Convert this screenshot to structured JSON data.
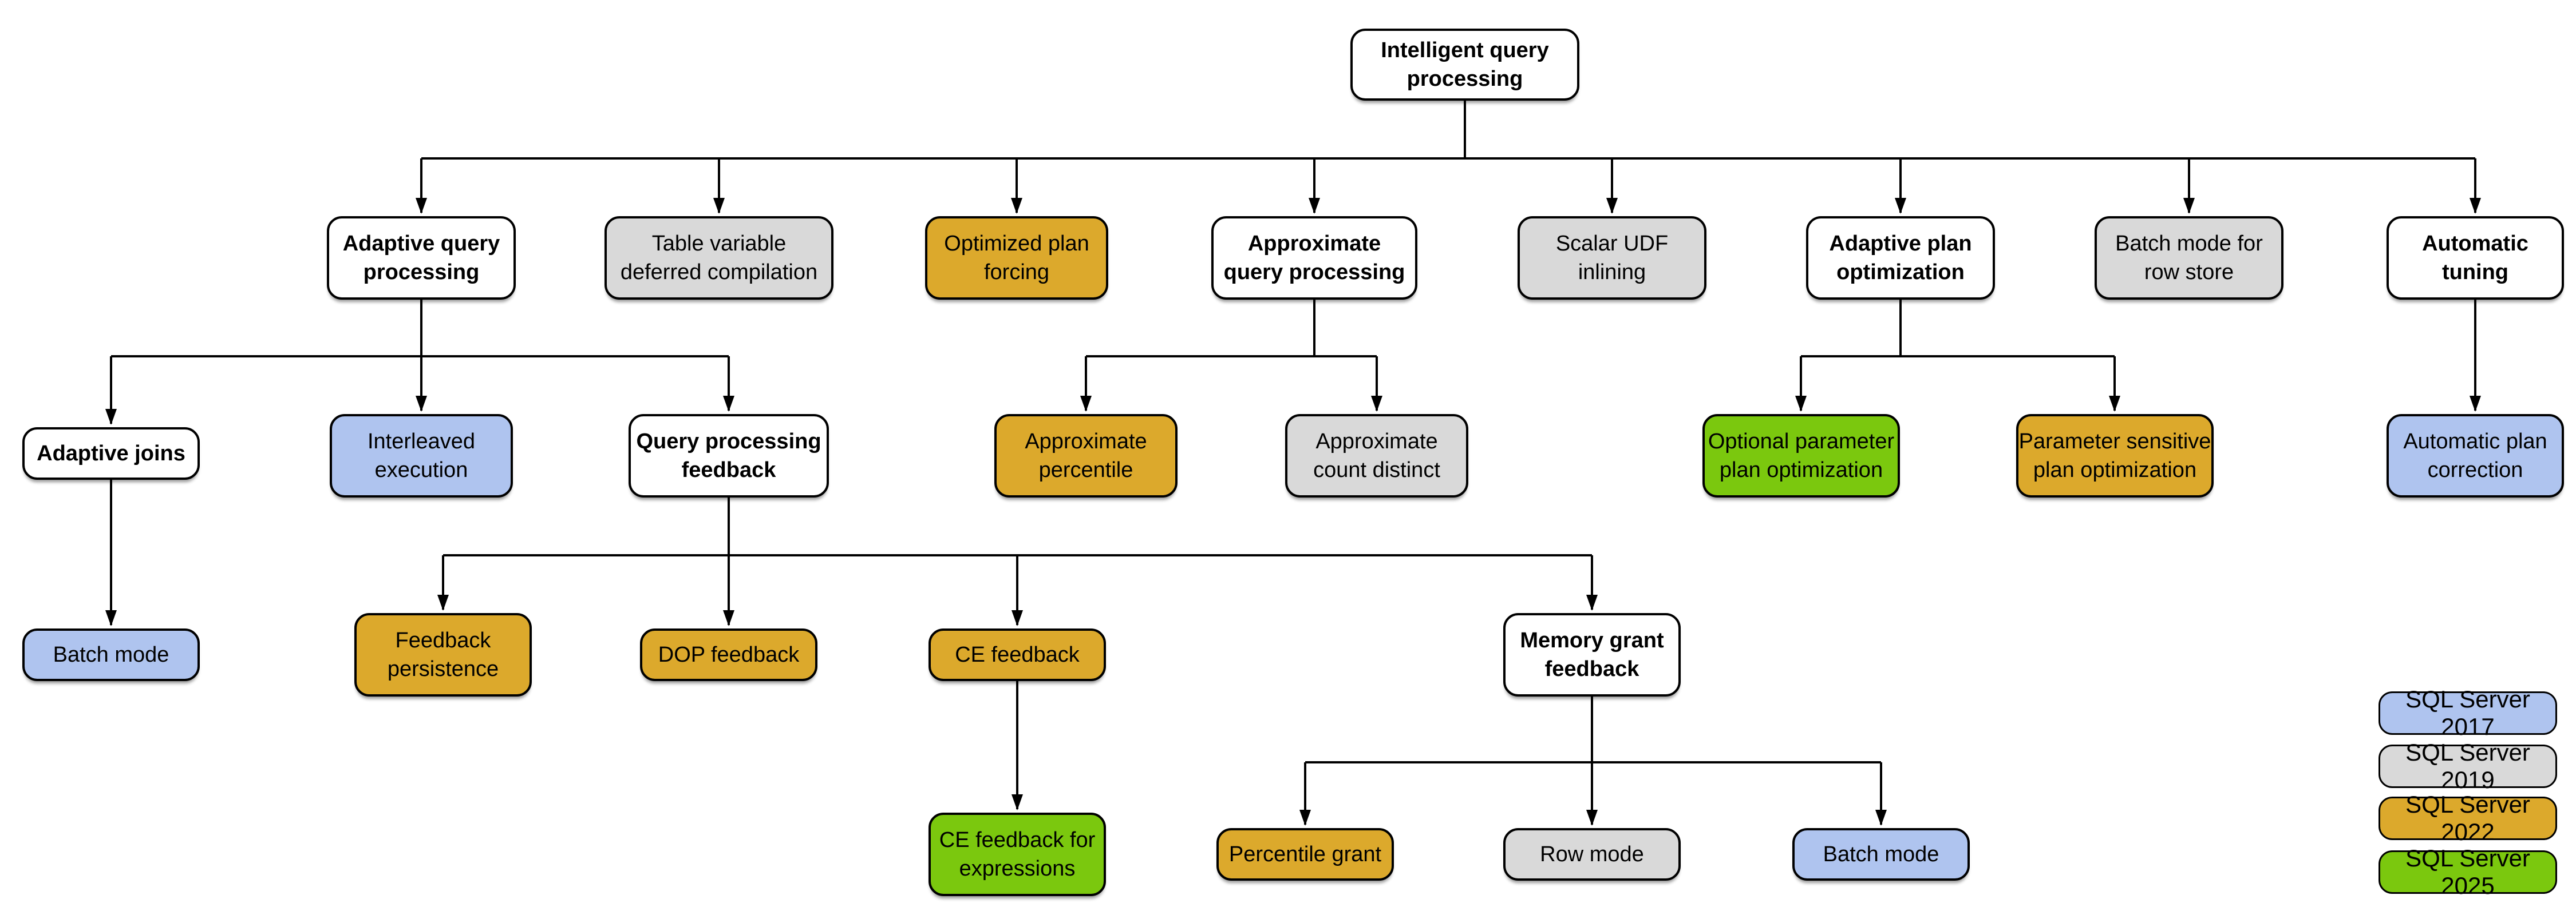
{
  "palette": {
    "parent": "#FFFFFF",
    "sql2017": "#AFC4EF",
    "sql2019": "#D9D9D9",
    "sql2022": "#DCA92C",
    "sql2025": "#7BC80E"
  },
  "nodes": {
    "root": {
      "label": "Intelligent query\nprocessing",
      "version": "parent"
    },
    "adaptive_query": {
      "label": "Adaptive query\nprocessing",
      "version": "parent"
    },
    "table_variable": {
      "label": "Table variable\ndeferred compilation",
      "version": "sql2019"
    },
    "optimized_plan_forcing": {
      "label": "Optimized plan\nforcing",
      "version": "sql2022"
    },
    "approximate_query": {
      "label": "Approximate\nquery processing",
      "version": "parent"
    },
    "scalar_udf": {
      "label": "Scalar UDF\ninlining",
      "version": "sql2019"
    },
    "adaptive_plan_opt": {
      "label": "Adaptive plan\noptimization",
      "version": "parent"
    },
    "batch_mode_row_store": {
      "label": "Batch mode for\nrow store",
      "version": "sql2019"
    },
    "automatic_tuning": {
      "label": "Automatic\ntuning",
      "version": "parent"
    },
    "adaptive_joins": {
      "label": "Adaptive joins",
      "version": "parent"
    },
    "interleaved_execution": {
      "label": "Interleaved\nexecution",
      "version": "sql2017"
    },
    "qp_feedback": {
      "label": "Query processing\nfeedback",
      "version": "parent"
    },
    "approx_percentile": {
      "label": "Approximate\npercentile",
      "version": "sql2022"
    },
    "approx_count_distinct": {
      "label": "Approximate\ncount distinct",
      "version": "sql2019"
    },
    "optional_param_plan_opt": {
      "label": "Optional parameter\nplan optimization",
      "version": "sql2025"
    },
    "param_sensitive_plan_opt": {
      "label": "Parameter sensitive\nplan optimization",
      "version": "sql2022"
    },
    "auto_plan_correction": {
      "label": "Automatic plan\ncorrection",
      "version": "sql2017"
    },
    "batch_mode_joins": {
      "label": "Batch mode",
      "version": "sql2017"
    },
    "feedback_persistence": {
      "label": "Feedback\npersistence",
      "version": "sql2022"
    },
    "dop_feedback": {
      "label": "DOP feedback",
      "version": "sql2022"
    },
    "ce_feedback": {
      "label": "CE feedback",
      "version": "sql2022"
    },
    "memory_grant_feedback": {
      "label": "Memory grant\nfeedback",
      "version": "parent"
    },
    "ce_feedback_expressions": {
      "label": "CE feedback for\nexpressions",
      "version": "sql2025"
    },
    "percentile_grant": {
      "label": "Percentile grant",
      "version": "sql2022"
    },
    "row_mode": {
      "label": "Row mode",
      "version": "sql2019"
    },
    "batch_mode_memory_grant": {
      "label": "Batch mode",
      "version": "sql2017"
    }
  },
  "legend": {
    "items": [
      {
        "label": "SQL Server 2017",
        "version": "sql2017"
      },
      {
        "label": "SQL Server 2019",
        "version": "sql2019"
      },
      {
        "label": "SQL Server 2022",
        "version": "sql2022"
      },
      {
        "label": "SQL Server 2025",
        "version": "sql2025"
      }
    ]
  },
  "connector_color": "#000000"
}
